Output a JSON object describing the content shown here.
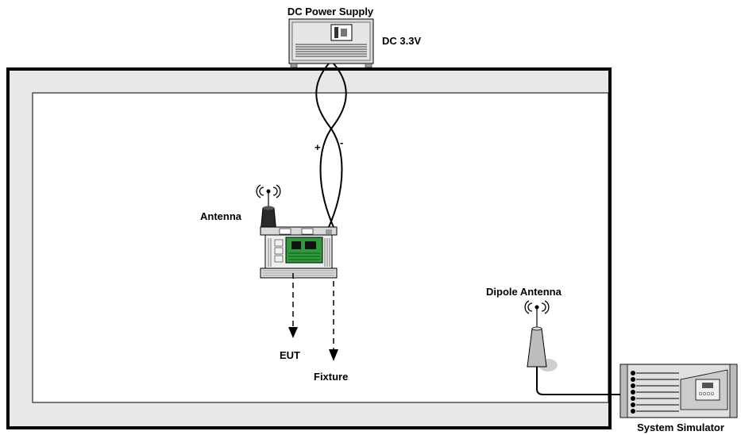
{
  "labels": {
    "power_supply": "DC Power Supply",
    "voltage": "DC 3.3V",
    "plus": "+",
    "minus": "-",
    "antenna": "Antenna",
    "eut": "EUT",
    "fixture": "Fixture",
    "dipole_antenna": "Dipole Antenna",
    "system_simulator": "System Simulator"
  },
  "colors": {
    "chamber_fill": "#e8e8e8",
    "pcb_green": "#2f9a3a",
    "equipment_gray": "#d9d9d9",
    "line": "#000000"
  }
}
